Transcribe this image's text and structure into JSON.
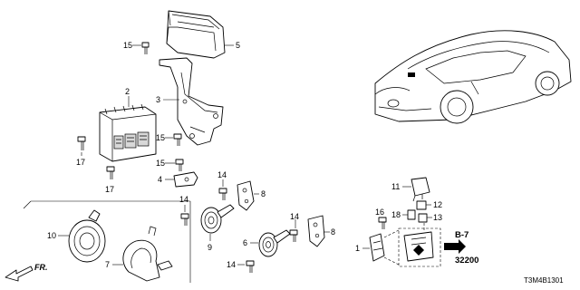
{
  "diagram": {
    "callouts": {
      "c1": "1",
      "c2": "2",
      "c3": "3",
      "c4": "4",
      "c5": "5",
      "c6": "6",
      "c7": "7",
      "c8a": "8",
      "c8b": "8",
      "c9": "9",
      "c10": "10",
      "c11": "11",
      "c12": "12",
      "c13": "13",
      "c14a": "14",
      "c14b": "14",
      "c14c": "14",
      "c14d": "14",
      "c15a": "15",
      "c15b": "15",
      "c15c": "15",
      "c16": "16",
      "c17a": "17",
      "c17b": "17",
      "c18": "18"
    },
    "reference": {
      "section": "B-7",
      "number": "32200"
    },
    "direction_label": "FR.",
    "diagram_code": "T3M4B1301"
  }
}
